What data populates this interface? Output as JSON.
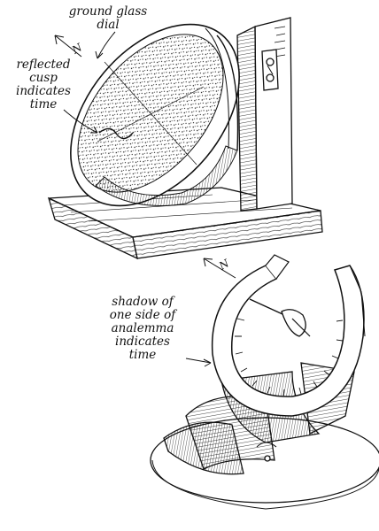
{
  "labels": {
    "ground_glass": [
      "ground glass",
      "dial"
    ],
    "reflected_cusp": [
      "reflected",
      "cusp",
      "indicates",
      "time"
    ],
    "shadow_analemma": [
      "shadow of",
      "one side of",
      "analemma",
      "indicates",
      "time"
    ]
  },
  "north_marks": {
    "top": "N",
    "bottom": "N"
  },
  "colors": {
    "ink": "#111111",
    "paper": "#ffffff"
  }
}
